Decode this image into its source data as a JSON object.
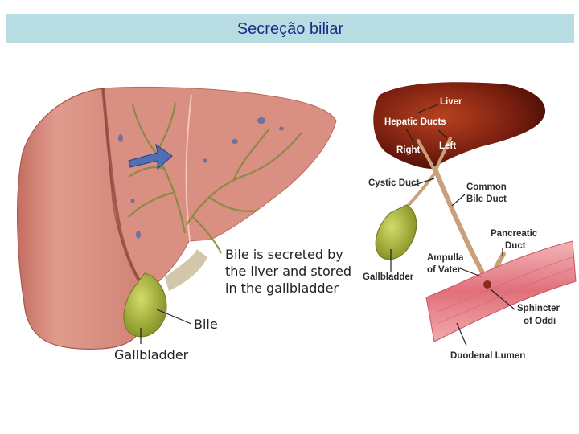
{
  "title": "Secreção biliar",
  "left_figure": {
    "caption_lines": [
      "Bile is secreted by",
      "the liver and stored",
      "in the gallbladder"
    ],
    "label_bile": "Bile",
    "label_gallbladder": "Gallbladder"
  },
  "right_figure": {
    "liver": "Liver",
    "hepatic_ducts": "Hepatic Ducts",
    "right": "Right",
    "left": "Left",
    "cystic_duct": "Cystic Duct",
    "common_bile_duct_1": "Common",
    "common_bile_duct_2": "Bile Duct",
    "pancreatic_duct_1": "Pancreatic",
    "pancreatic_duct_2": "Duct",
    "ampulla_1": "Ampulla",
    "ampulla_2": "of Vater",
    "gallbladder": "Gallbladder",
    "sphincter_1": "Sphincter",
    "sphincter_2": "of Oddi",
    "duodenal_lumen": "Duodenal Lumen"
  },
  "colors": {
    "title_bar": "#b7dde3",
    "title_text": "#1f2b8a",
    "liver_surface": "#d98b7d",
    "liver_cut": "#c9766c",
    "liver_dark": "#7a1f10",
    "gallbladder": "#a6b13a",
    "duodenum": "#e88a90"
  }
}
